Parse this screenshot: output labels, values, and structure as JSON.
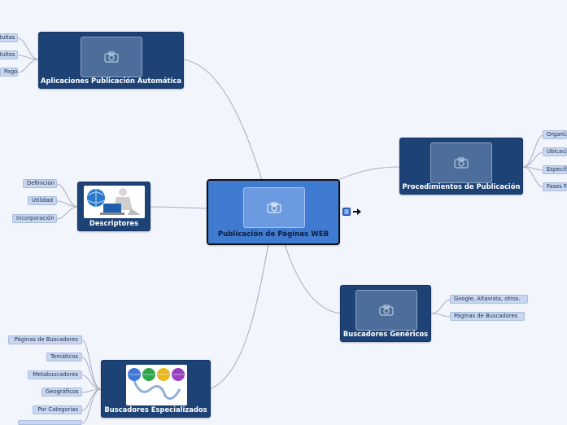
{
  "central": {
    "label": "Publicación de Páginas WEB",
    "image": "camera-placeholder"
  },
  "branches": {
    "aplicaciones": {
      "label": "Aplicaciones Publicación Automática",
      "image": "camera-placeholder",
      "items": [
        "Gratuitas",
        "Gratuitos",
        "Pago"
      ]
    },
    "descriptores": {
      "label": "Descriptores",
      "image": "person-with-laptop-and-globe",
      "items": [
        "Definición",
        "Utilidad",
        "Incorporación"
      ]
    },
    "procedimientos": {
      "label": "Procedimientos de Publicación",
      "image": "camera-placeholder",
      "items": [
        "Organiz",
        "Ubicació",
        "Especifi",
        "Fases P"
      ]
    },
    "genericos": {
      "label": "Buscadores Genéricos",
      "image": "camera-placeholder",
      "items": [
        "Google, Altavista, otros.",
        "Páginas de Buscadores"
      ]
    },
    "especializados": {
      "label": "Buscadores Especializados",
      "image": "network-globes",
      "items": [
        "Páginas de Buscadores",
        "Temáticos",
        "Metabuscadores",
        "Geográficos",
        "Por Categorías"
      ]
    }
  },
  "icons": {
    "notes": "notes-icon",
    "hand": "pointing-hand-icon",
    "placeholder": "camera-icon"
  },
  "colors": {
    "background": "#f3f5fd",
    "node": "#1d4276",
    "central": "#3f7bd1",
    "leaf": "#c8d6ef",
    "connector": "#aab2c2"
  }
}
